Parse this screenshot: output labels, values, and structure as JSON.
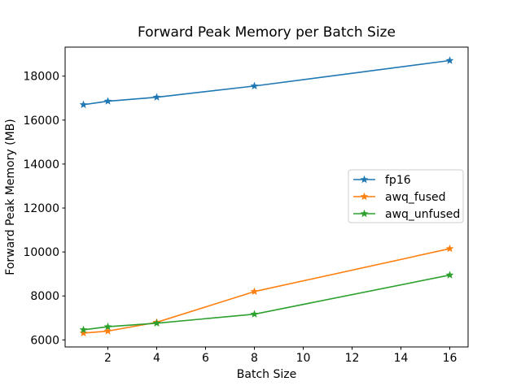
{
  "chart_data": {
    "type": "line",
    "title": "Forward Peak Memory per Batch Size",
    "xlabel": "Batch Size",
    "ylabel": "Forward Peak Memory (MB)",
    "x": [
      1,
      2,
      4,
      8,
      16
    ],
    "series": [
      {
        "name": "fp16",
        "color": "#1f77b4",
        "values": [
          16700,
          16860,
          17040,
          17550,
          18710
        ]
      },
      {
        "name": "awq_fused",
        "color": "#ff7f0e",
        "values": [
          6310,
          6400,
          6800,
          8200,
          10150
        ]
      },
      {
        "name": "awq_unfused",
        "color": "#2ca02c",
        "values": [
          6460,
          6600,
          6760,
          7170,
          8950
        ]
      }
    ],
    "marker": "star",
    "xlim": [
      0.25,
      16.75
    ],
    "ylim": [
      5680,
      19320
    ],
    "xticks": [
      2,
      4,
      6,
      8,
      10,
      12,
      14,
      16
    ],
    "yticks": [
      6000,
      8000,
      10000,
      12000,
      14000,
      16000,
      18000
    ],
    "grid": false,
    "legend_position": "center right",
    "axis_color": "#000000",
    "legend_border_color": "#cccccc",
    "background": "#ffffff"
  }
}
